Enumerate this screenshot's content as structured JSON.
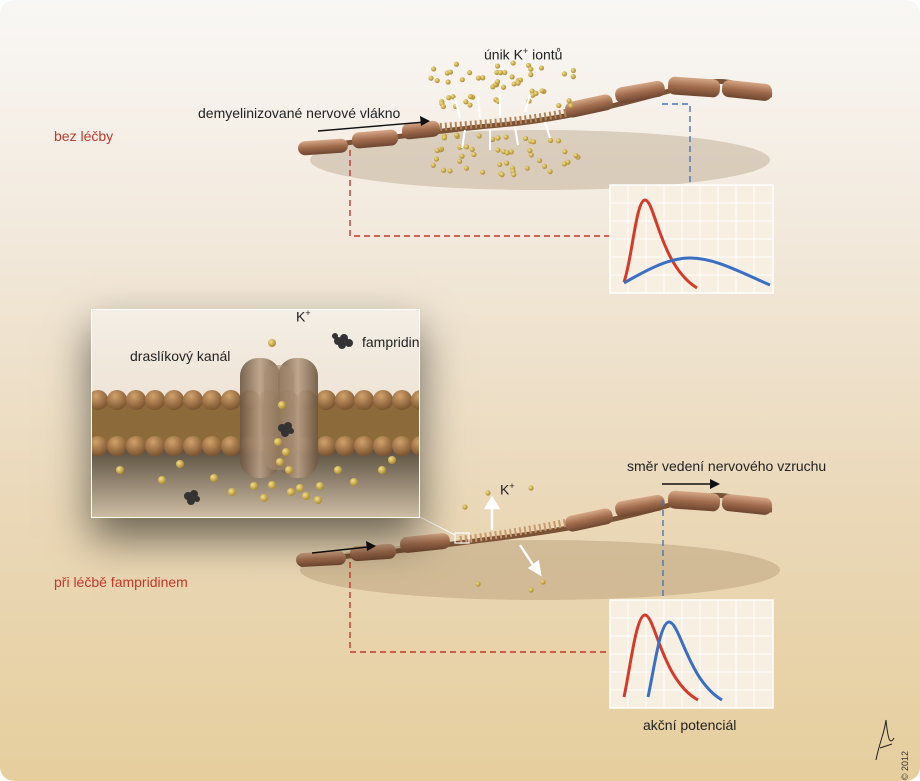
{
  "labels": {
    "top_state": "bez léčby",
    "bottom_state": "při léčbě fampridinem",
    "fiber": "demyelinizované nervové vlákno",
    "leak_prefix": "únik K",
    "leak_suffix": " iontů",
    "k_plus": "K",
    "plus": "+",
    "channel": "draslíkový kanál",
    "drug": "fampridin PR",
    "direction": "směr vedení nervového vzruchu",
    "action_potential": "akční potenciál",
    "copyright": "© 2012"
  },
  "colors": {
    "red_curve": "#d63a2a",
    "blue_curve": "#3a6fc4",
    "dash_red": "#c0392b",
    "dash_blue": "#4a74b8",
    "myelin": "#a9795a",
    "ion": "#c9a83a"
  }
}
